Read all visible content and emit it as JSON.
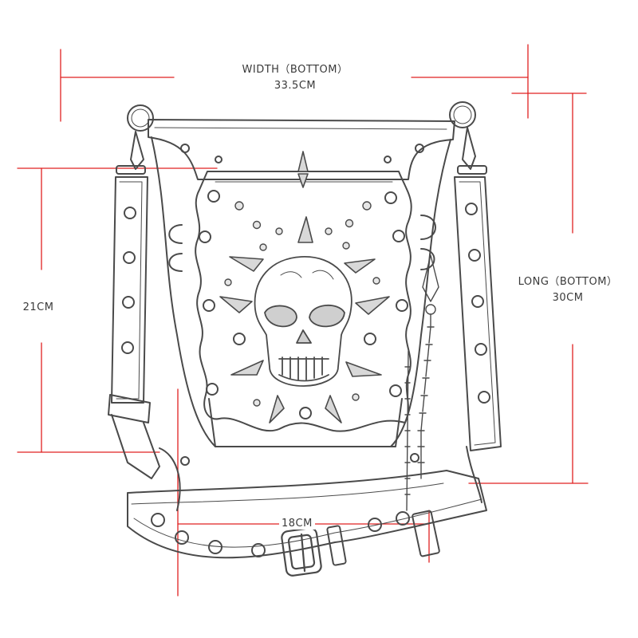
{
  "product": {
    "name": "Skull leg bag",
    "colors": {
      "ink": "#4a4a4a",
      "dim_line": "#e02020",
      "text": "#3a3a3a",
      "paper": "#ffffff"
    },
    "icons": [
      "skull-icon",
      "spike-icon",
      "eyelet-icon",
      "buckle-icon",
      "chain-icon",
      "ring-icon"
    ]
  },
  "dimensions": {
    "width": {
      "title": "WIDTH（BOTTOM）",
      "value": "33.5CM"
    },
    "long": {
      "title": "LONG（BOTTOM）",
      "value": "30CM"
    },
    "height": {
      "value": "21CM"
    },
    "strap": {
      "value": "18CM"
    }
  }
}
